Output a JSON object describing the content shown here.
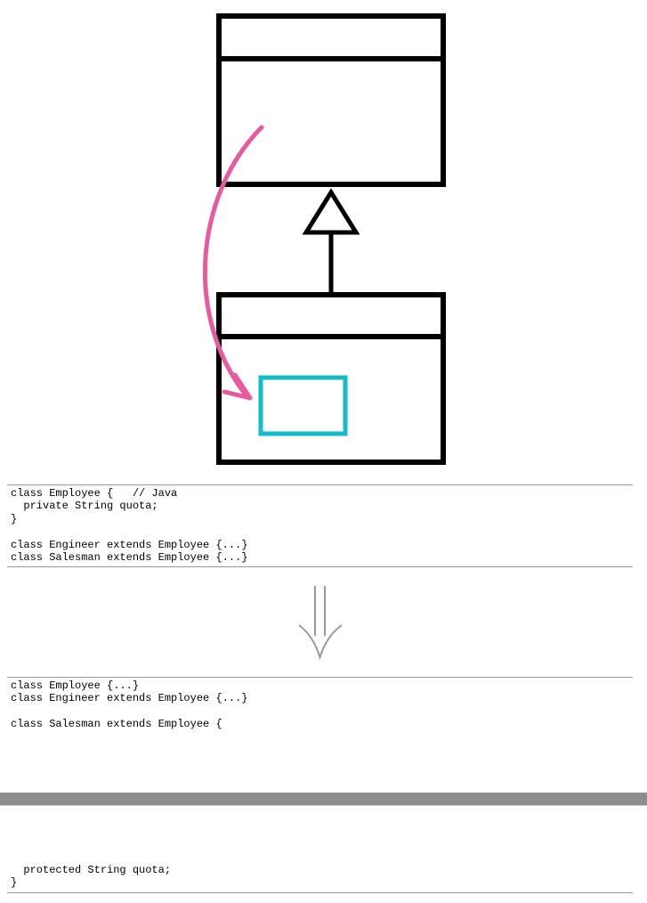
{
  "diagram": {
    "type": "uml-class-refactoring",
    "colors": {
      "box_stroke": "#000000",
      "move_arrow": "#e85a9f",
      "moved_field": "#14bcc7",
      "transform_arrow": "#9a9a9a"
    },
    "icons": [
      "inheritance-triangle-icon",
      "curved-move-arrow-icon",
      "down-double-arrow-icon"
    ]
  },
  "code_before": {
    "lines": [
      "class Employee {   // Java",
      "  private String quota;",
      "}",
      "",
      "class Engineer extends Employee {...}",
      "class Salesman extends Employee {...}"
    ]
  },
  "code_after_top": {
    "lines": [
      "class Employee {...}",
      "class Engineer extends Employee {...}",
      "",
      "class Salesman extends Employee {"
    ]
  },
  "code_after_bottom": {
    "lines": [
      "  protected String quota;",
      "}"
    ]
  }
}
